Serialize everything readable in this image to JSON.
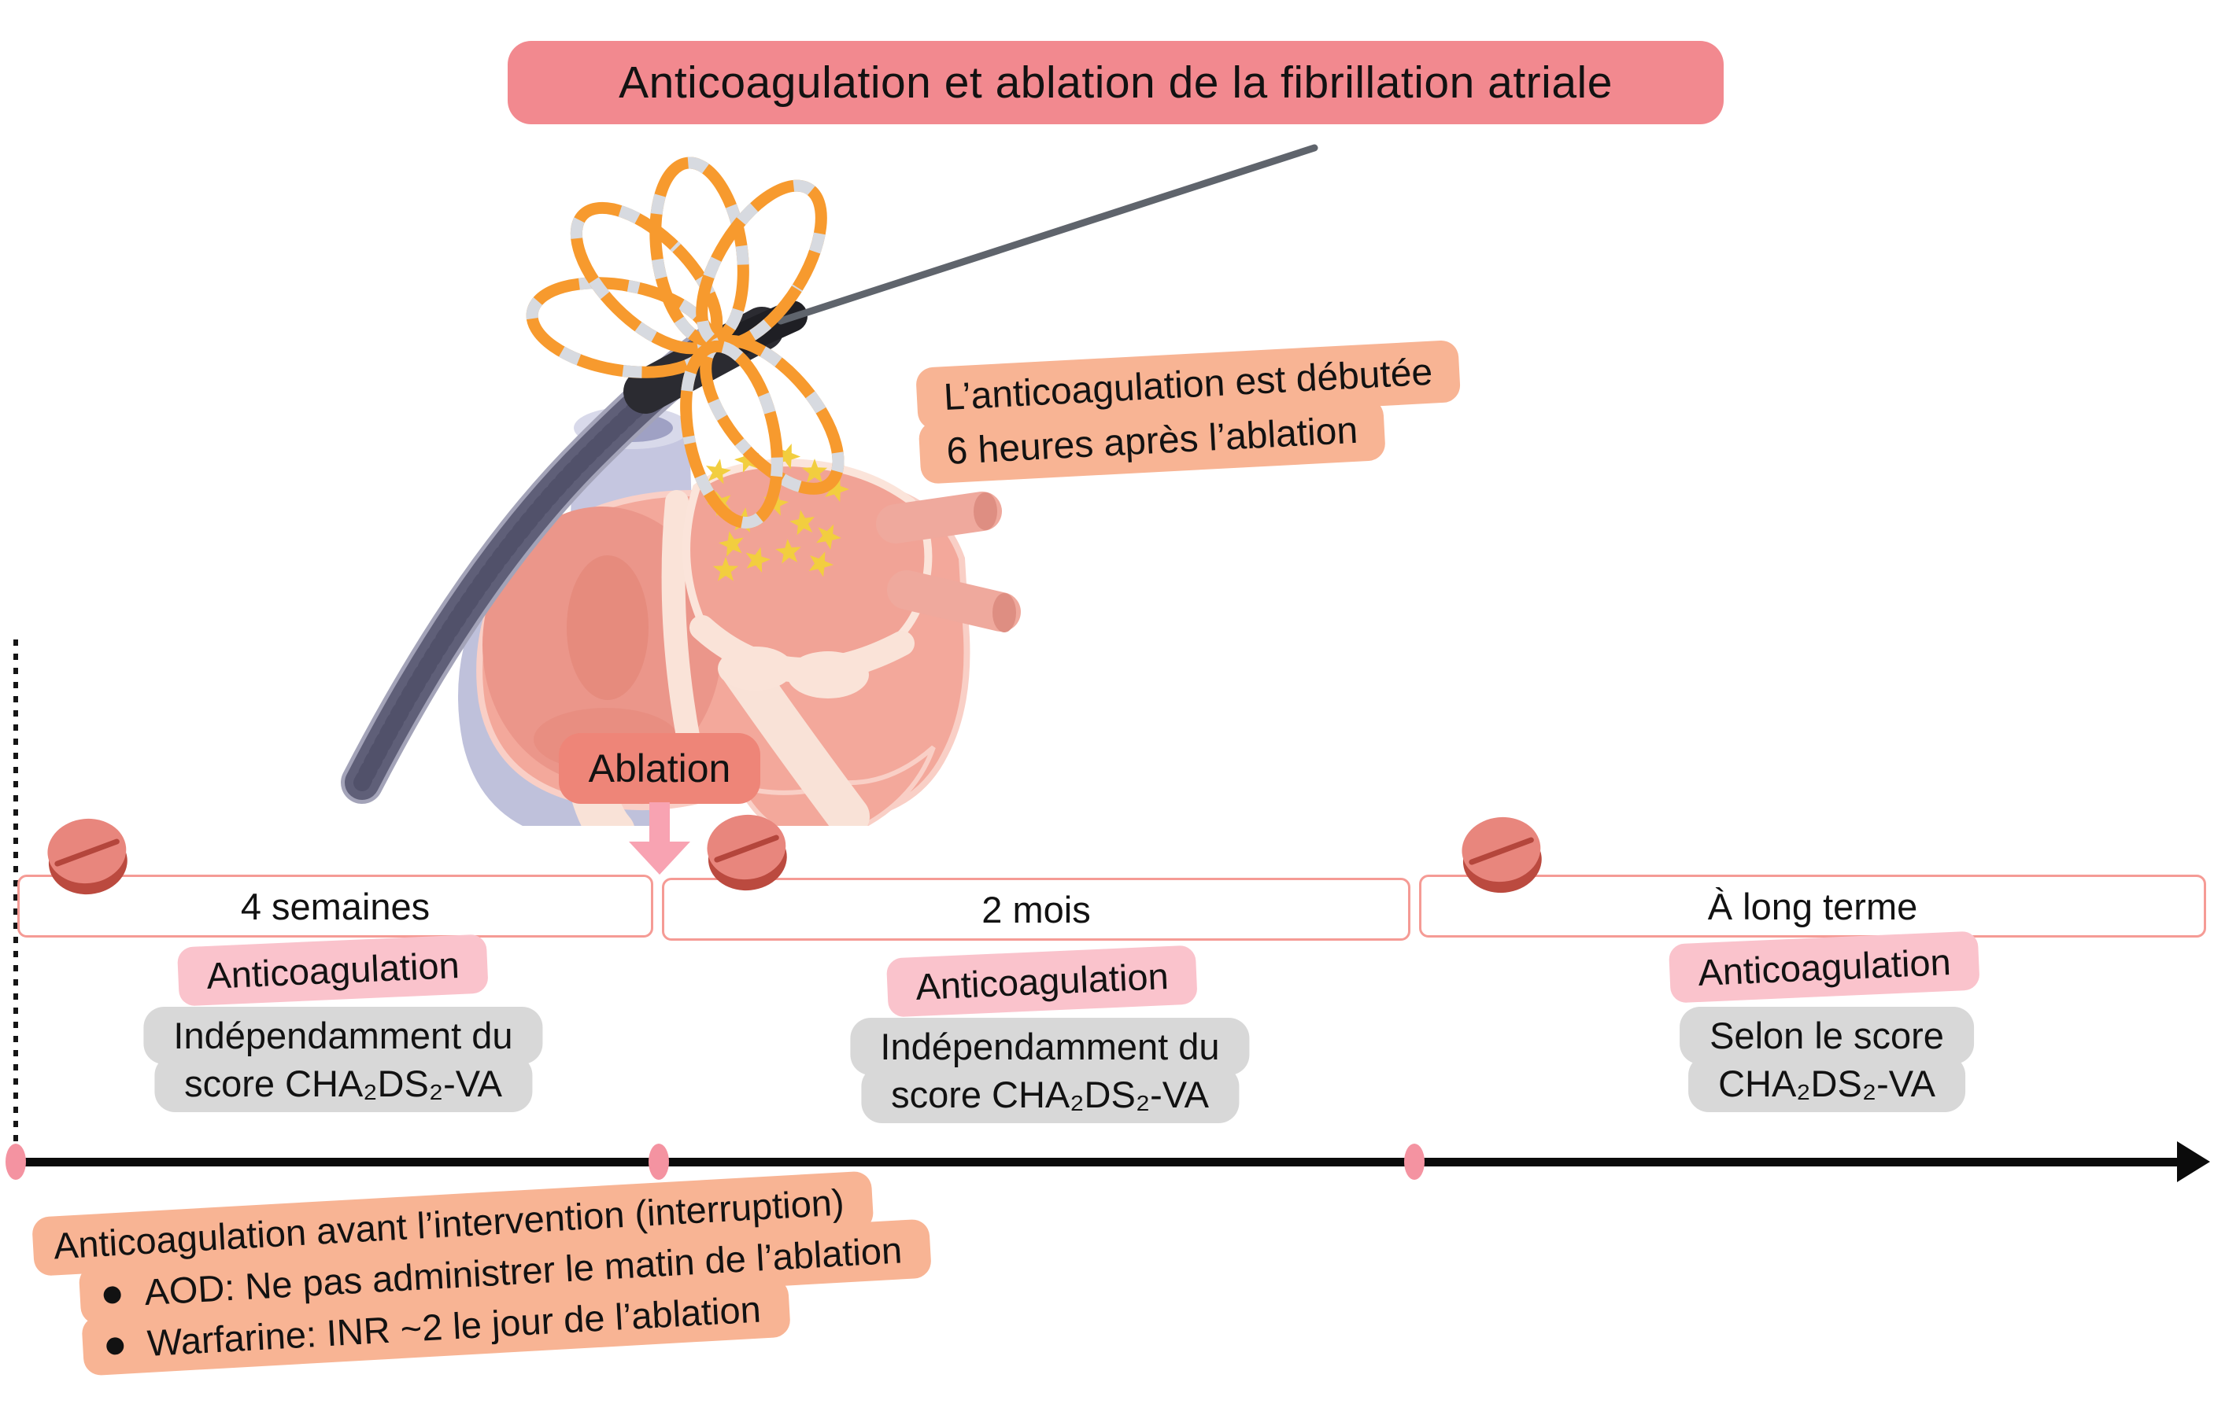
{
  "title": "Anticoagulation et ablation de la fibrillation atriale",
  "ablation": {
    "label": "Ablation"
  },
  "post_ablation_note": {
    "line1": "L’anticoagulation est débutée",
    "line2": "6 heures après l’ablation"
  },
  "timeline": {
    "segments": [
      {
        "duration": "4 semaines",
        "tag": "Anticoagulation",
        "note_line1": "Indépendamment du",
        "note_line2": "score CHA₂DS₂-VA"
      },
      {
        "duration": "2 mois",
        "tag": "Anticoagulation",
        "note_line1": "Indépendamment du",
        "note_line2": "score CHA₂DS₂-VA"
      },
      {
        "duration": "À long terme",
        "tag": "Anticoagulation",
        "note_line1": "Selon le score",
        "note_line2": "CHA₂DS₂-VA"
      }
    ]
  },
  "pre_procedure_note": {
    "heading": "Anticoagulation avant l’intervention (interruption)",
    "bullets": [
      "AOD: Ne pas administrer le matin de l’ablation",
      "Warfarine: INR ~2 le jour de l’ablation"
    ]
  },
  "icons": {
    "pill": "pill-icon",
    "heart": "heart-catheter-illustration",
    "star": "star-icon",
    "arrow_down": "arrow-down-icon",
    "timeline_arrow": "arrow-right-icon"
  },
  "colors": {
    "title_bg": "#F2898F",
    "ablation_badge_bg": "#EE8578",
    "note_orange_bg": "#F8B494",
    "tag_pink_bg": "#FAC3CC",
    "note_gray_bg": "#D8D8D8",
    "period_box_border": "#F59B95",
    "pill_face": "#E8867D",
    "pill_rim": "#BB4A3F",
    "timeline_dot": "#F493A1",
    "timeline_line": "#0B0B0B",
    "down_arrow_pink": "#F8A3B2",
    "catheter_orange": "#F79A2E",
    "star_yellow": "#F2CE3F"
  }
}
